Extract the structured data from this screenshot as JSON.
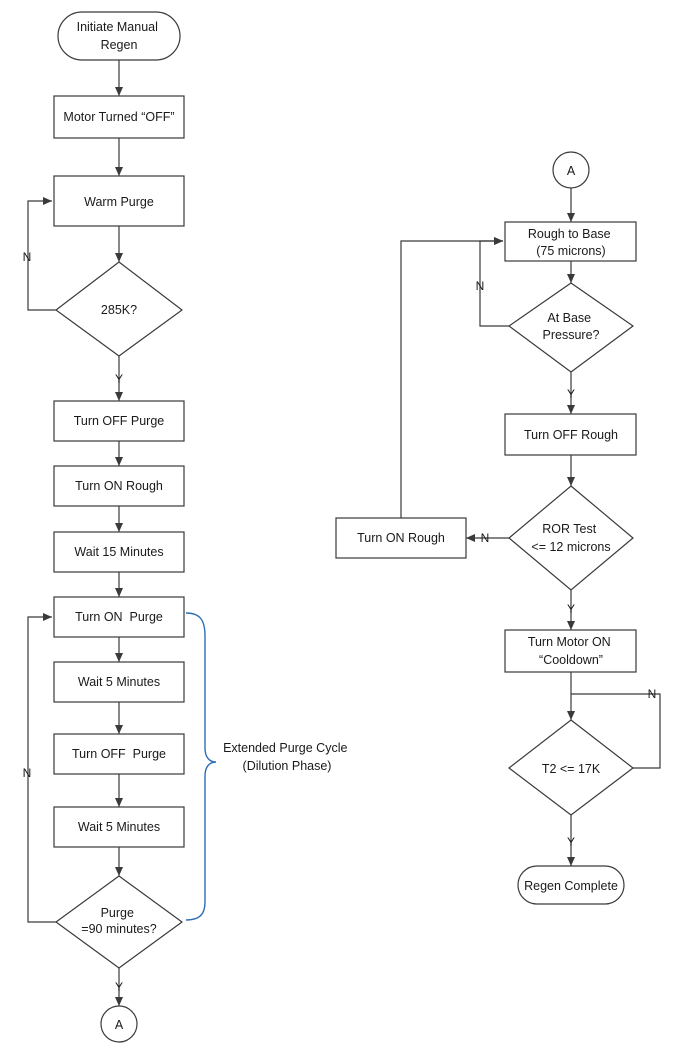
{
  "nodes": {
    "initiate": [
      "Initiate Manual",
      "Regen"
    ],
    "motor_off": [
      "Motor Turned “OFF”"
    ],
    "warm_purge": [
      "Warm Purge"
    ],
    "check_285k": [
      "285K?"
    ],
    "turn_off_purge_1": [
      "Turn OFF Purge"
    ],
    "turn_on_rough_1": [
      "Turn ON Rough"
    ],
    "wait_15": [
      "Wait 15 Minutes"
    ],
    "turn_on_purge": [
      "Turn ON  Purge"
    ],
    "wait_5_a": [
      "Wait 5 Minutes"
    ],
    "turn_off_purge_2": [
      "Turn OFF  Purge"
    ],
    "wait_5_b": [
      "Wait 5 Minutes"
    ],
    "purge_check": [
      "Purge",
      "=90 minutes?"
    ],
    "connector_left": [
      "A"
    ],
    "connector_right": [
      "A"
    ],
    "rough_to_base": [
      "Rough to Base",
      "(75 microns)"
    ],
    "at_base": [
      "At Base",
      "Pressure?"
    ],
    "turn_off_rough": [
      "Turn OFF Rough"
    ],
    "ror_test": [
      "ROR Test",
      "<= 12 microns"
    ],
    "turn_on_rough_2": [
      "Turn ON Rough"
    ],
    "motor_on": [
      "Turn Motor ON",
      "“Cooldown”"
    ],
    "t2_check": [
      "T2 <= 17K"
    ],
    "regen_complete": [
      "Regen Complete"
    ]
  },
  "annotation": [
    "Extended Purge Cycle",
    "(Dilution Phase)"
  ],
  "edge_labels": {
    "n_285k": "N",
    "y_285k": "Y",
    "n_purge": "N",
    "y_purge": "Y",
    "n_base": "N",
    "y_base": "Y",
    "n_ror": "N",
    "y_ror": "Y",
    "n_t2": "N",
    "y_t2": "Y"
  }
}
